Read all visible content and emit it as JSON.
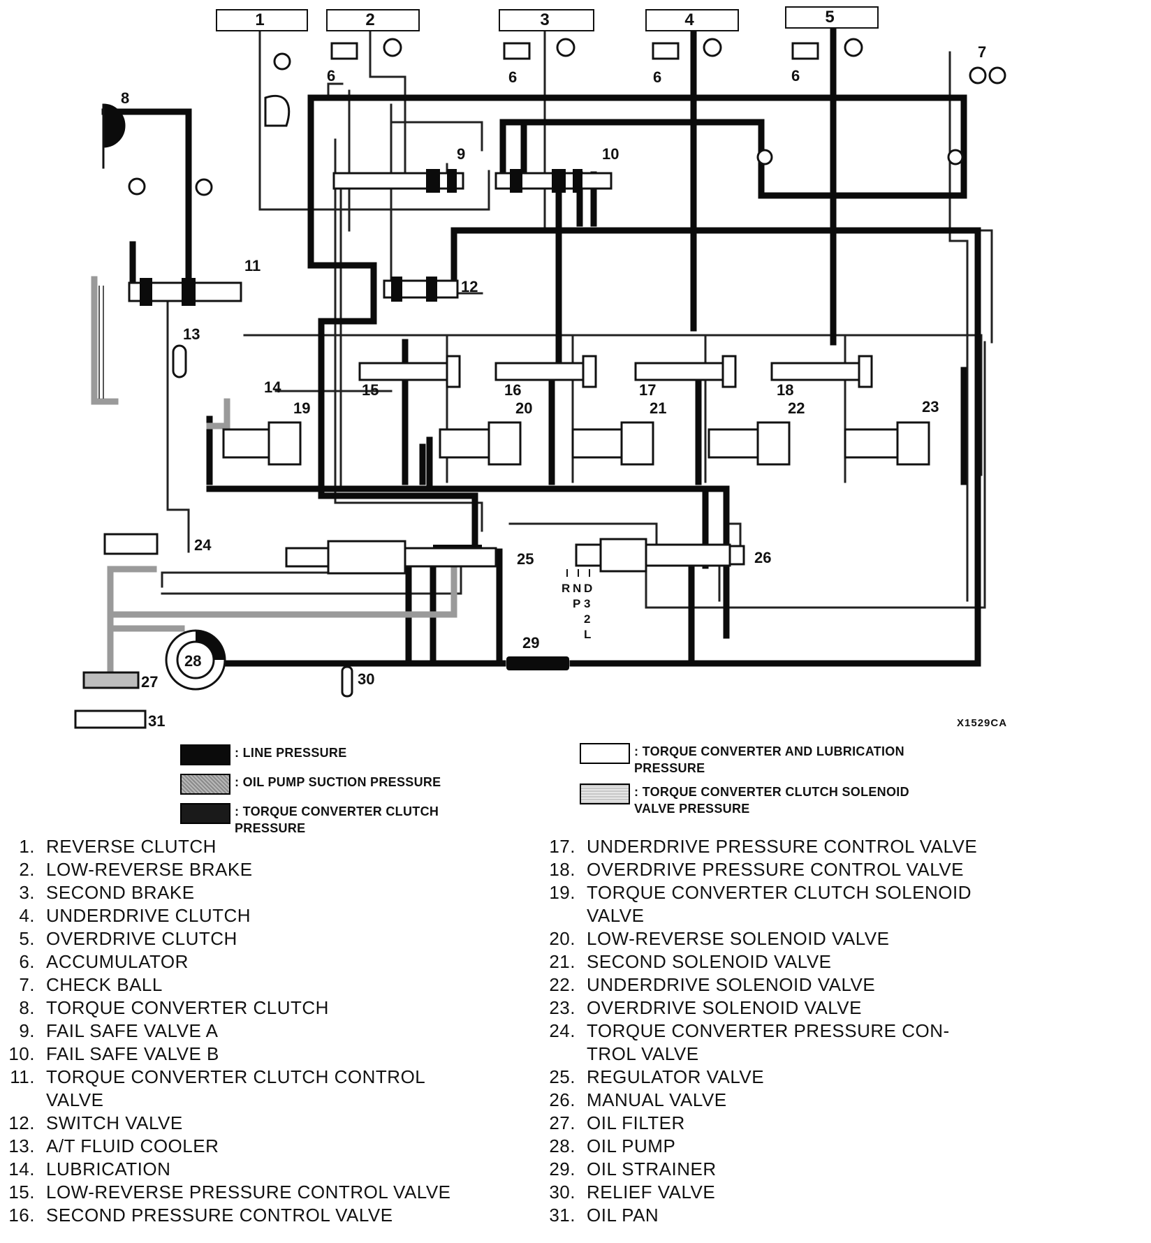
{
  "diagram": {
    "figure_code": "X1529CA",
    "component_boxes": [
      "1",
      "2",
      "3",
      "4",
      "5"
    ],
    "callouts": [
      "6",
      "7",
      "8",
      "9",
      "10",
      "11",
      "12",
      "13",
      "14",
      "15",
      "16",
      "17",
      "18",
      "19",
      "20",
      "21",
      "22",
      "23",
      "24",
      "25",
      "26",
      "27",
      "28",
      "29",
      "30",
      "31"
    ],
    "selector_positions": [
      "R",
      "N",
      "D",
      "P",
      "3",
      "2",
      "L"
    ]
  },
  "legend": [
    {
      "key": "line",
      "label": ": LINE PRESSURE",
      "color": "#0b0b0b"
    },
    {
      "key": "suction",
      "label": ": OIL PUMP SUCTION PRESSURE",
      "color": "#9a9a9a"
    },
    {
      "key": "tcc",
      "label": ": TORQUE CONVERTER CLUTCH PRESSURE",
      "color": "#1a1a1a"
    },
    {
      "key": "lube",
      "label": ": TORQUE CONVERTER AND LUBRICATION PRESSURE",
      "color": "#ffffff"
    },
    {
      "key": "solenoid",
      "label": ": TORQUE CONVERTER CLUTCH SOLENOID VALVE PRESSURE",
      "color": "#d4d4d4"
    }
  ],
  "parts": [
    {
      "num": "1.",
      "name": "REVERSE CLUTCH"
    },
    {
      "num": "2.",
      "name": "LOW-REVERSE BRAKE"
    },
    {
      "num": "3.",
      "name": "SECOND BRAKE"
    },
    {
      "num": "4.",
      "name": "UNDERDRIVE CLUTCH"
    },
    {
      "num": "5.",
      "name": "OVERDRIVE CLUTCH"
    },
    {
      "num": "6.",
      "name": "ACCUMULATOR"
    },
    {
      "num": "7.",
      "name": "CHECK BALL"
    },
    {
      "num": "8.",
      "name": "TORQUE CONVERTER CLUTCH"
    },
    {
      "num": "9.",
      "name": "FAIL SAFE VALVE A"
    },
    {
      "num": "10.",
      "name": "FAIL SAFE VALVE B"
    },
    {
      "num": "11.",
      "name": "TORQUE CONVERTER CLUTCH CONTROL VALVE"
    },
    {
      "num": "12.",
      "name": "SWITCH VALVE"
    },
    {
      "num": "13.",
      "name": "A/T FLUID COOLER"
    },
    {
      "num": "14.",
      "name": "LUBRICATION"
    },
    {
      "num": "15.",
      "name": "LOW-REVERSE PRESSURE CONTROL VALVE"
    },
    {
      "num": "16.",
      "name": "SECOND PRESSURE CONTROL VALVE"
    },
    {
      "num": "17.",
      "name": "UNDERDRIVE PRESSURE CONTROL VALVE"
    },
    {
      "num": "18.",
      "name": "OVERDRIVE PRESSURE CONTROL VALVE"
    },
    {
      "num": "19.",
      "name": "TORQUE CONVERTER CLUTCH SOLENOID VALVE"
    },
    {
      "num": "20.",
      "name": "LOW-REVERSE SOLENOID VALVE"
    },
    {
      "num": "21.",
      "name": "SECOND SOLENOID VALVE"
    },
    {
      "num": "22.",
      "name": "UNDERDRIVE SOLENOID VALVE"
    },
    {
      "num": "23.",
      "name": "OVERDRIVE SOLENOID VALVE"
    },
    {
      "num": "24.",
      "name": "TORQUE CONVERTER PRESSURE CON-TROL VALVE"
    },
    {
      "num": "25.",
      "name": "REGULATOR VALVE"
    },
    {
      "num": "26.",
      "name": "MANUAL VALVE"
    },
    {
      "num": "27.",
      "name": "OIL FILTER"
    },
    {
      "num": "28.",
      "name": "OIL PUMP"
    },
    {
      "num": "29.",
      "name": "OIL STRAINER"
    },
    {
      "num": "30.",
      "name": "RELIEF VALVE"
    },
    {
      "num": "31.",
      "name": "OIL PAN"
    }
  ]
}
